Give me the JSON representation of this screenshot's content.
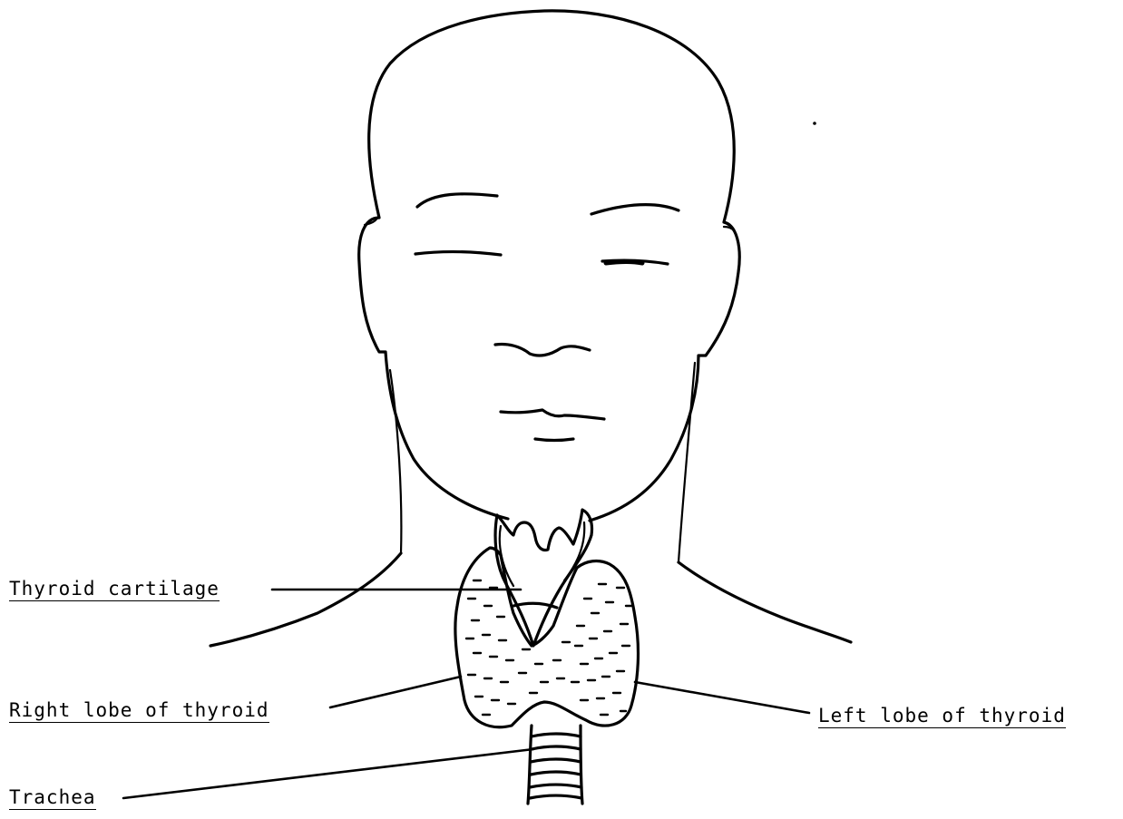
{
  "labels": {
    "thyroid_cartilage": "Thyroid cartilage",
    "right_lobe": "Right lobe of thyroid",
    "left_lobe": "Left lobe of thyroid",
    "trachea": "Trachea"
  }
}
